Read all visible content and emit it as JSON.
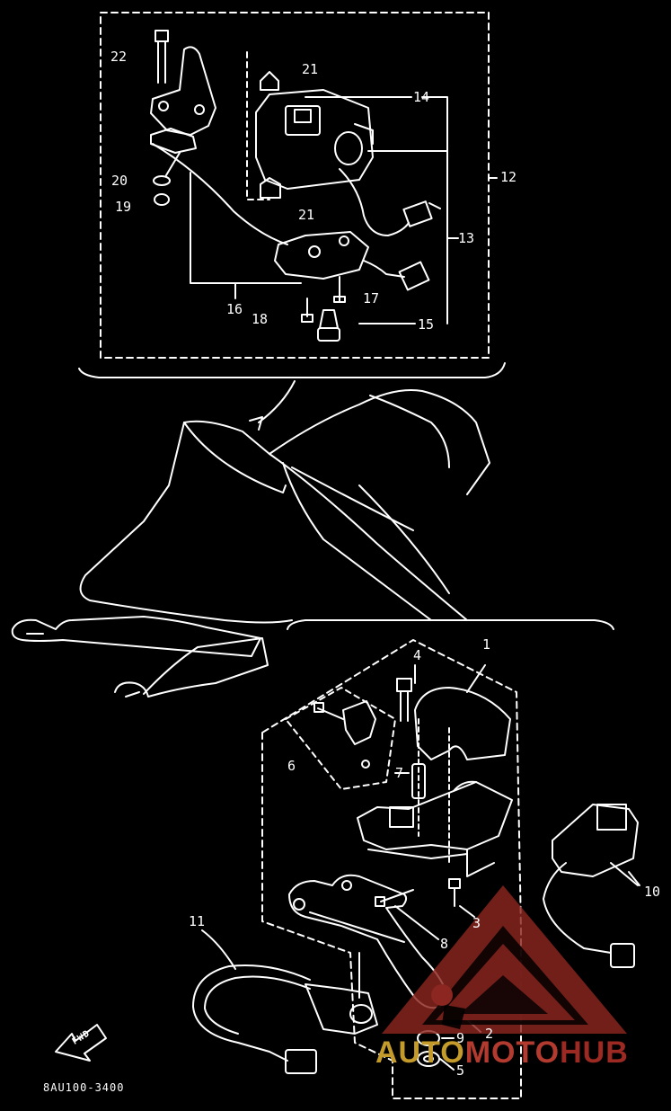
{
  "diagram": {
    "callouts": [
      "1",
      "2",
      "3",
      "4",
      "5",
      "6",
      "7",
      "8",
      "9",
      "10",
      "11",
      "12",
      "13",
      "14",
      "15",
      "16",
      "17",
      "18",
      "19",
      "20",
      "21",
      "22"
    ],
    "part_code": "8AU100-3400",
    "direction_arrow_text": "FWD"
  },
  "watermark": {
    "part1": "AUTO",
    "part2": "MOTO",
    "part3": "HUB",
    "colors": {
      "gold": "#c49a2a",
      "red": "#b23a2e",
      "dark_red": "#9c2a22"
    }
  }
}
